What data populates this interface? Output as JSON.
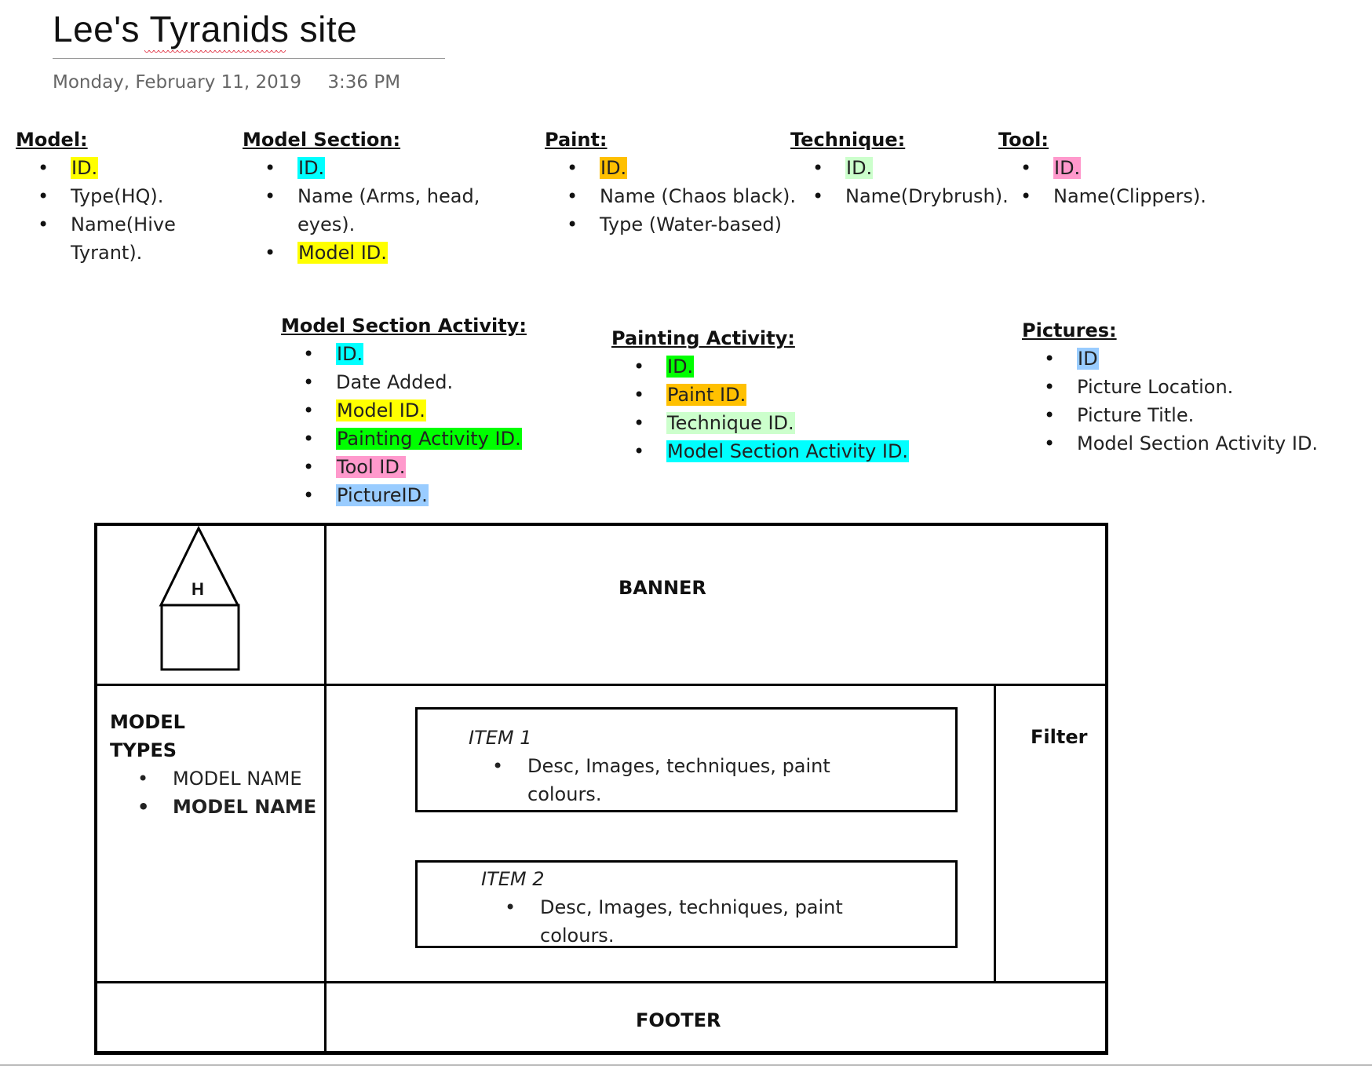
{
  "page": {
    "title": "Lee's Tyranids site",
    "date": "Monday, February 11, 2019",
    "time": "3:36 PM"
  },
  "colors": {
    "yellow": "#ffff00",
    "cyan": "#00ffff",
    "orange": "#ffc000",
    "light_green": "#ccffcc",
    "pink": "#ff99cc",
    "blue": "#99ccff",
    "green": "#00ff00"
  },
  "entities": {
    "model": {
      "title": "Model:",
      "items": [
        "ID.",
        "Type(HQ).",
        "Name(Hive Tyrant)."
      ]
    },
    "model_section": {
      "title": "Model Section:",
      "items": [
        "ID.",
        "Name (Arms, head, eyes).",
        "Model ID."
      ]
    },
    "paint": {
      "title": "Paint:",
      "items": [
        "ID.",
        "Name (Chaos black).",
        "Type (Water-based)"
      ]
    },
    "technique": {
      "title": "Technique:",
      "items": [
        "ID.",
        "Name(Drybrush)."
      ]
    },
    "tool": {
      "title": "Tool:",
      "items": [
        "ID.",
        "Name(Clippers)."
      ]
    },
    "model_section_activity": {
      "title": "Model Section Activity:",
      "items": [
        "ID.",
        "Date Added.",
        "Model ID.",
        "Painting Activity ID.",
        "Tool ID.",
        "PictureID."
      ]
    },
    "painting_activity": {
      "title": "Painting Activity:",
      "items": [
        "ID.",
        "Paint ID.",
        "Technique ID.",
        "Model Section Activity ID."
      ]
    },
    "pictures": {
      "title": "Pictures:",
      "items": [
        "ID",
        "Picture Location.",
        "Picture Title.",
        "Model Section Activity ID."
      ]
    }
  },
  "wireframe": {
    "home_letter": "H",
    "banner": "BANNER",
    "sidebar_title_1": "MODEL",
    "sidebar_title_2": "TYPES",
    "sidebar_items": [
      "MODEL NAME",
      "MODEL NAME"
    ],
    "filter": "Filter",
    "footer": "FOOTER",
    "item1": {
      "title": "ITEM 1",
      "desc": "Desc, Images, techniques, paint colours."
    },
    "item2": {
      "title": "ITEM 2",
      "desc": "Desc, Images, techniques, paint colours."
    }
  }
}
